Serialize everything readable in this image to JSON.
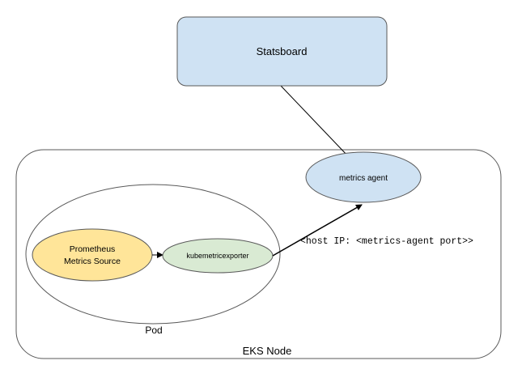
{
  "diagram": {
    "statsboard": {
      "label": "Statsboard",
      "fill": "#cfe2f3"
    },
    "eks_node": {
      "label": "EKS Node"
    },
    "pod": {
      "label": "Pod"
    },
    "metrics_agent": {
      "label": "metrics agent",
      "fill": "#cfe2f3"
    },
    "prometheus": {
      "line1": "Prometheus",
      "line2": "Metrics Source",
      "fill": "#ffe599"
    },
    "exporter": {
      "label": "kubemetricexporter",
      "fill": "#d9ead3"
    },
    "connection_label": "<host IP: <metrics-agent port>>",
    "colors": {
      "stroke": "#000000",
      "box_stroke": "#595959"
    }
  }
}
